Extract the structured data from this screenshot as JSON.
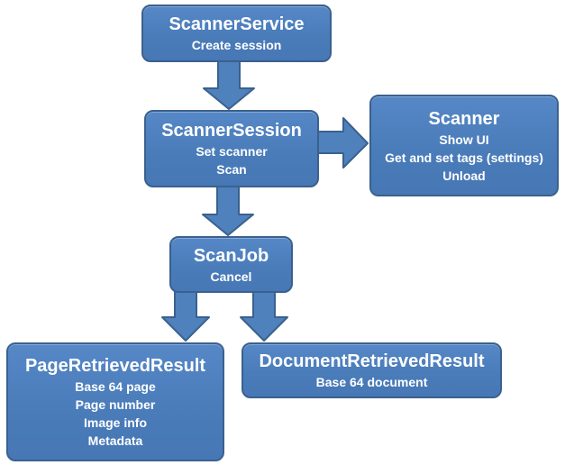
{
  "diagram": {
    "type": "flowchart",
    "colors": {
      "box_fill": "#4f81bd",
      "box_border": "#3a618e",
      "text": "#ffffff",
      "background": "#ffffff"
    },
    "nodes": [
      {
        "id": "scanner-service",
        "title": "ScannerService",
        "items": [
          "Create session"
        ]
      },
      {
        "id": "scanner-session",
        "title": "ScannerSession",
        "items": [
          "Set scanner",
          "Scan"
        ]
      },
      {
        "id": "scanner",
        "title": "Scanner",
        "items": [
          "Show UI",
          "Get and set tags (settings)",
          "Unload"
        ]
      },
      {
        "id": "scan-job",
        "title": "ScanJob",
        "items": [
          "Cancel"
        ]
      },
      {
        "id": "page-retrieved-result",
        "title": "PageRetrievedResult",
        "items": [
          "Base 64 page",
          "Page number",
          "Image info",
          "Metadata"
        ]
      },
      {
        "id": "document-retrieved-result",
        "title": "DocumentRetrievedResult",
        "items": [
          "Base 64 document"
        ]
      }
    ],
    "edges": [
      {
        "from": "scanner-service",
        "to": "scanner-session",
        "direction": "down"
      },
      {
        "from": "scanner-session",
        "to": "scanner",
        "direction": "right"
      },
      {
        "from": "scanner-session",
        "to": "scan-job",
        "direction": "down"
      },
      {
        "from": "scan-job",
        "to": "page-retrieved-result",
        "direction": "down"
      },
      {
        "from": "scan-job",
        "to": "document-retrieved-result",
        "direction": "down"
      }
    ]
  }
}
